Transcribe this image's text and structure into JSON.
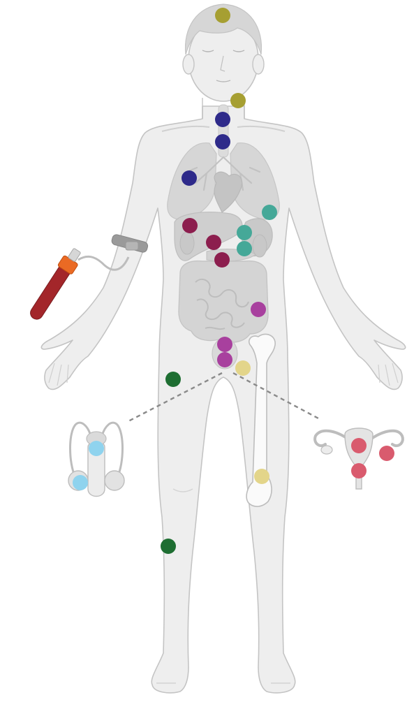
{
  "colors": {
    "background": "#ffffff",
    "body_fill": "#eeeeee",
    "body_stroke": "#c4c4c4",
    "hair": "#d6d6d6",
    "organ_fill": "#d3d3d3",
    "organ_dark": "#c2c2c2",
    "bone_fill": "#fafafa",
    "bone_stroke": "#bdbdbd",
    "connector": "#8a8a8a",
    "tube_blood": "#a3262a",
    "tube_cap": "#ea6a24",
    "tourniquet": "#9a9a9a"
  },
  "markers": [
    {
      "name": "pituitary-marker",
      "color": "#a69f32"
    },
    {
      "name": "thyroid-marker",
      "color": "#a69f32"
    },
    {
      "name": "thymus-upper-marker",
      "color": "#2e2a8a"
    },
    {
      "name": "thymus-lower-marker",
      "color": "#2e2a8a"
    },
    {
      "name": "lung-marker",
      "color": "#2e2a8a"
    },
    {
      "name": "spleen-marker",
      "color": "#45a898"
    },
    {
      "name": "pancreas-upper-marker",
      "color": "#45a898"
    },
    {
      "name": "pancreas-lower-marker",
      "color": "#45a898"
    },
    {
      "name": "liver-marker",
      "color": "#8c1e4e"
    },
    {
      "name": "gallbladder-marker",
      "color": "#8c1e4e"
    },
    {
      "name": "duodenum-marker",
      "color": "#8c1e4e"
    },
    {
      "name": "colon-marker",
      "color": "#a8409e"
    },
    {
      "name": "bladder-upper-marker",
      "color": "#a8409e"
    },
    {
      "name": "bladder-lower-marker",
      "color": "#a8409e"
    },
    {
      "name": "hip-bone-marker",
      "color": "#e3d58a"
    },
    {
      "name": "knee-bone-marker",
      "color": "#e3d58a"
    },
    {
      "name": "thigh-skin-marker",
      "color": "#1e6e32"
    },
    {
      "name": "calf-skin-marker",
      "color": "#1e6e32"
    },
    {
      "name": "prostate-marker",
      "color": "#8fd3ee"
    },
    {
      "name": "testis-marker",
      "color": "#8fd3ee"
    },
    {
      "name": "uterus-marker",
      "color": "#d95b6e"
    },
    {
      "name": "ovary-marker",
      "color": "#d95b6e"
    },
    {
      "name": "cervix-marker",
      "color": "#d95b6e"
    }
  ]
}
